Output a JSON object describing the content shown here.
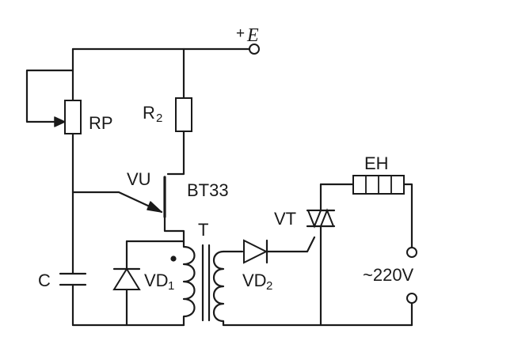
{
  "labels": {
    "supply_plus": "+",
    "supply_letter": "E",
    "rp": "RP",
    "r2_main": "R",
    "r2_sub": "2",
    "vu": "VU",
    "bt33": "BT33",
    "transformer": "T",
    "capacitor": "C",
    "vd1_main": "VD",
    "vd1_sub": "1",
    "vd2_main": "VD",
    "vd2_sub": "2",
    "vt": "VT",
    "eh": "EH",
    "ac_source": "~220V"
  },
  "icons": {
    "supply_terminal": "open-circle-terminal",
    "potentiometer": "rheostat-arrow-symbol",
    "resistor": "rectangle-resistor-symbol",
    "ujt": "unijunction-transistor-symbol",
    "transformer": "coupled-coils-symbol",
    "capacitor": "parallel-plate-capacitor-symbol",
    "diode": "triangle-bar-diode-symbol",
    "triac": "bidirectional-thyristor-symbol",
    "heater": "heating-element-symbol",
    "ac_terminals": "open-circle-terminal-pair"
  }
}
